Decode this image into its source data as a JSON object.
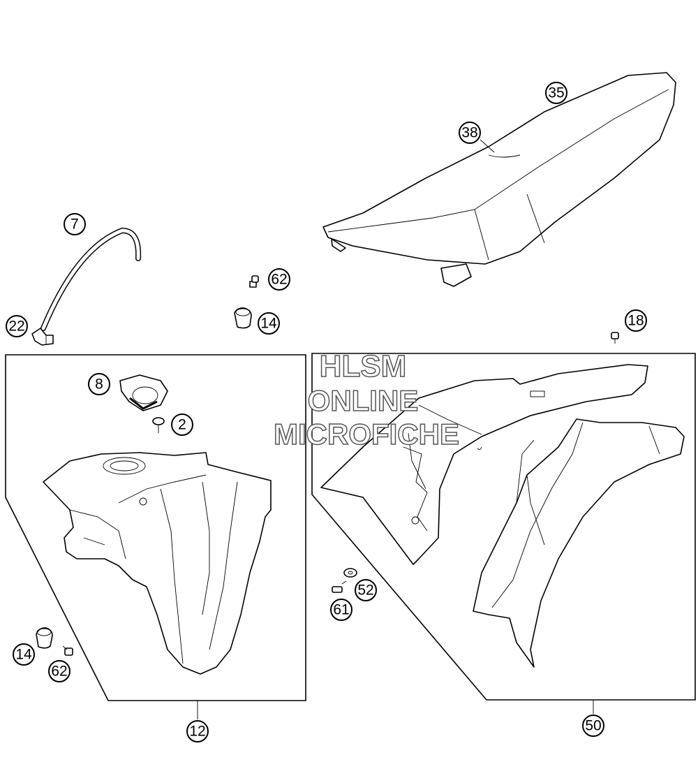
{
  "callouts": {
    "c35": "35",
    "c38": "38",
    "c7": "7",
    "c62a": "62",
    "c14a": "14",
    "c22": "22",
    "c18": "18",
    "c8": "8",
    "c2": "2",
    "c14b": "14",
    "c62b": "62",
    "c12": "12",
    "c52": "52",
    "c61": "61",
    "c50": "50"
  },
  "watermark": {
    "line1": "HLSM",
    "line2": "ONLINE",
    "line3": "MICROFICHE"
  }
}
